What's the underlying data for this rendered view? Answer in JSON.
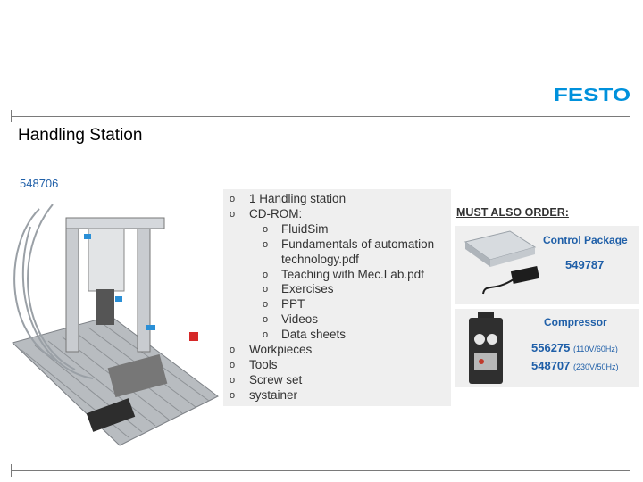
{
  "brand": {
    "logo_text": "FESTO",
    "color": "#0091dc"
  },
  "slide": {
    "title": "Handling Station",
    "code": "548706"
  },
  "contents": {
    "items": [
      {
        "text": "1 Handling station",
        "level": 1
      },
      {
        "text": "CD-ROM:",
        "level": 1
      },
      {
        "text": "FluidSim",
        "level": 2
      },
      {
        "text": "Fundamentals of automation technology.pdf",
        "level": 2
      },
      {
        "text": "Teaching with Mec.Lab.pdf",
        "level": 2
      },
      {
        "text": "Exercises",
        "level": 2
      },
      {
        "text": "PPT",
        "level": 2
      },
      {
        "text": "Videos",
        "level": 2
      },
      {
        "text": "Data sheets",
        "level": 2
      },
      {
        "text": "Workpieces",
        "level": 1
      },
      {
        "text": "Tools",
        "level": 1
      },
      {
        "text": "Screw set",
        "level": 1
      },
      {
        "text": "systainer",
        "level": 1
      }
    ],
    "bullet_glyph": "o"
  },
  "order": {
    "heading": "MUST ALSO ORDER:",
    "control_package": {
      "title": "Control Package",
      "code": "549787"
    },
    "compressor": {
      "title": "Compressor",
      "codes": [
        {
          "code": "556275",
          "note": "(110V/60Hz)"
        },
        {
          "code": "548707",
          "note": "(230V/50Hz)"
        }
      ]
    }
  },
  "colors": {
    "accent_text": "#1f5fa8",
    "panel_bg": "#efefef"
  }
}
